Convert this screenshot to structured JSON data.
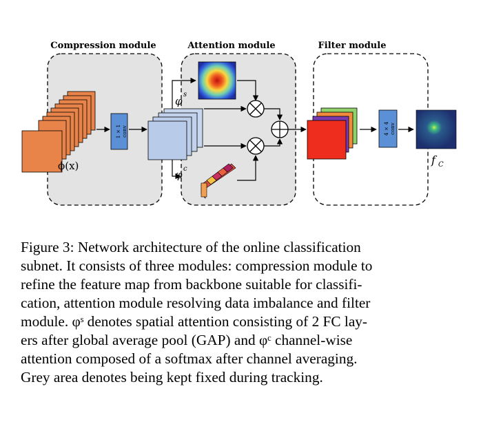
{
  "modules": {
    "compression": {
      "title": "Compression module",
      "input_label": "ϕ(x)",
      "conv_label": "1 × 1",
      "conv_sub": "conv"
    },
    "attention": {
      "title": "Attention module",
      "spatial_label": "φ",
      "spatial_sup": "s",
      "channel_label": "φ",
      "channel_sup": "c"
    },
    "filter": {
      "title": "Filter module",
      "conv_label": "4 × 4",
      "conv_sub": "conv",
      "output_label": "f",
      "output_sub": "C"
    }
  },
  "colors": {
    "grey_area": "#e3e3e3",
    "feature_orange": "#e8844a",
    "attention_blue": "#b8cbe8",
    "conv_blue": "#5b8fd6",
    "filter_red": "#ee2d1f",
    "filter_purple": "#7a3bb0",
    "filter_green": "#8fd16b",
    "filter_orange": "#f08a3c",
    "output_map": "#1d2f6e"
  },
  "caption_lines": [
    "Figure 3: Network architecture of the online classification",
    "subnet. It consists of three modules: compression module to",
    "refine the feature map from backbone suitable for classifi-",
    "cation, attention module resolving data imbalance and filter",
    "module. φˢ denotes spatial attention consisting of 2 FC lay-",
    "ers after global average pool (GAP) and φᶜ channel-wise",
    "attention composed of a softmax after channel averaging.",
    "Grey area denotes being kept fixed during tracking."
  ]
}
